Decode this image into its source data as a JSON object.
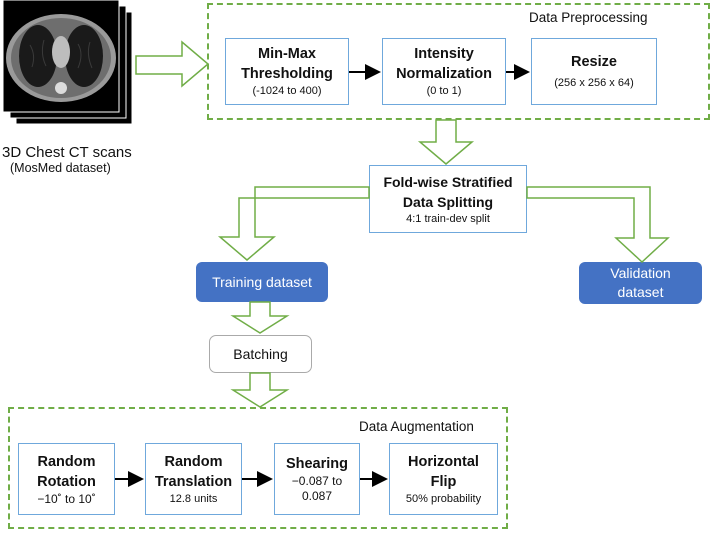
{
  "ct_image": {
    "caption_line1": "3D Chest CT scans",
    "caption_line2": "(MosMed dataset)"
  },
  "preprocessing": {
    "label": "Data Preprocessing",
    "steps": [
      {
        "title_line1": "Min-Max",
        "title_line2": "Thresholding",
        "detail": "(-1024 to 400)"
      },
      {
        "title_line1": "Intensity",
        "title_line2": "Normalization",
        "detail": "(0 to 1)"
      },
      {
        "title_line1": "Resize",
        "detail": "(256 x 256 x 64)"
      }
    ]
  },
  "splitting": {
    "title_line1": "Fold-wise Stratified",
    "title_line2": "Data Splitting",
    "detail": "4:1 train-dev split"
  },
  "training": {
    "label": "Training dataset"
  },
  "validation": {
    "label_line1": "Validation",
    "label_line2": "dataset"
  },
  "batching": {
    "label": "Batching"
  },
  "augmentation": {
    "label": "Data Augmentation",
    "steps": [
      {
        "title_line1": "Random",
        "title_line2": "Rotation",
        "detail": "−10˚ to 10˚"
      },
      {
        "title_line1": "Random",
        "title_line2": "Translation",
        "detail": "12.8 units"
      },
      {
        "title_line1": "Shearing",
        "detail_line1": "−0.087 to",
        "detail_line2": "0.087"
      },
      {
        "title_line1": "Horizontal",
        "title_line2": "Flip",
        "detail": "50% probability"
      }
    ]
  },
  "colors": {
    "box_border": "#6fa8dc",
    "group_border": "#70ad47",
    "dataset_fill": "#4472c4"
  }
}
